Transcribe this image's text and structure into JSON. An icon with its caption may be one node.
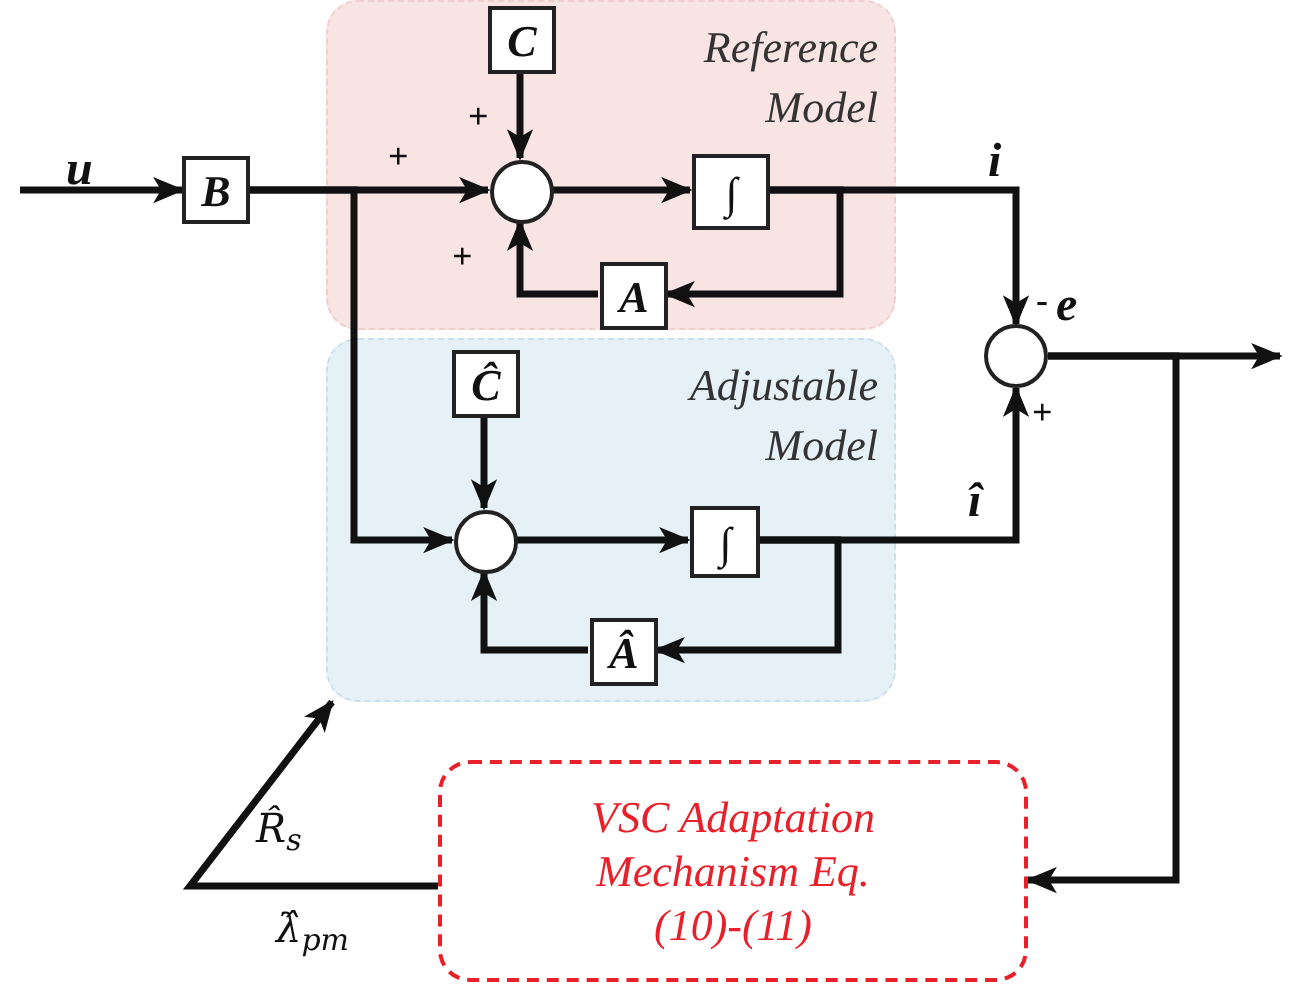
{
  "diagram": {
    "nodes": [
      {
        "text": [
          "Reference Model"
        ]
      },
      {
        "text": [
          "C"
        ],
        "in": 0
      },
      {
        "text": [],
        "shape": "circle",
        "in": 0
      },
      {
        "text": [
          "∫"
        ],
        "in": 0
      },
      {
        "text": [
          "A"
        ],
        "in": 0
      },
      {
        "text": [
          "Adjustable Model"
        ]
      },
      {
        "text": [
          "Ĉ"
        ],
        "in": 5
      },
      {
        "text": [],
        "shape": "circle",
        "in": 5
      },
      {
        "text": [
          "∫"
        ],
        "in": 5
      },
      {
        "text": [
          "Â"
        ],
        "in": 5
      },
      {
        "text": [
          "B"
        ]
      },
      {
        "text": [],
        "shape": "circle"
      },
      {
        "text": [
          "VSC Adaptation Mechanism Eq.(10)-(11)"
        ]
      }
    ],
    "edges": [
      {
        "from": null,
        "to": 10,
        "arrow": "to",
        "label": "u"
      },
      {
        "from": 10,
        "to": 2,
        "arrow": "to"
      },
      {
        "from": 10,
        "to": 7,
        "arrow": "to"
      },
      {
        "from": 1,
        "to": 2,
        "arrow": "to"
      },
      {
        "from": 2,
        "to": 3,
        "arrow": "to"
      },
      {
        "from": 3,
        "to": 4,
        "arrow": "to"
      },
      {
        "from": 4,
        "to": 2,
        "arrow": "to"
      },
      {
        "from": 3,
        "to": 11,
        "arrow": "to",
        "label": "i"
      },
      {
        "from": 6,
        "to": 7,
        "arrow": "to"
      },
      {
        "from": 7,
        "to": 8,
        "arrow": "to"
      },
      {
        "from": 8,
        "to": 9,
        "arrow": "to"
      },
      {
        "from": 9,
        "to": 7,
        "arrow": "to"
      },
      {
        "from": 8,
        "to": 11,
        "arrow": "to",
        "label": "î"
      },
      {
        "from": 11,
        "to": null,
        "arrow": "to",
        "label": "e"
      },
      {
        "from": 11,
        "to": 12,
        "arrow": "to"
      },
      {
        "from": 12,
        "to": 5,
        "arrow": "to"
      }
    ],
    "labels": [
      "+",
      "+",
      "+",
      "-",
      "+",
      "R̂$_{s}$",
      "λ̂$_{pm}$"
    ]
  }
}
